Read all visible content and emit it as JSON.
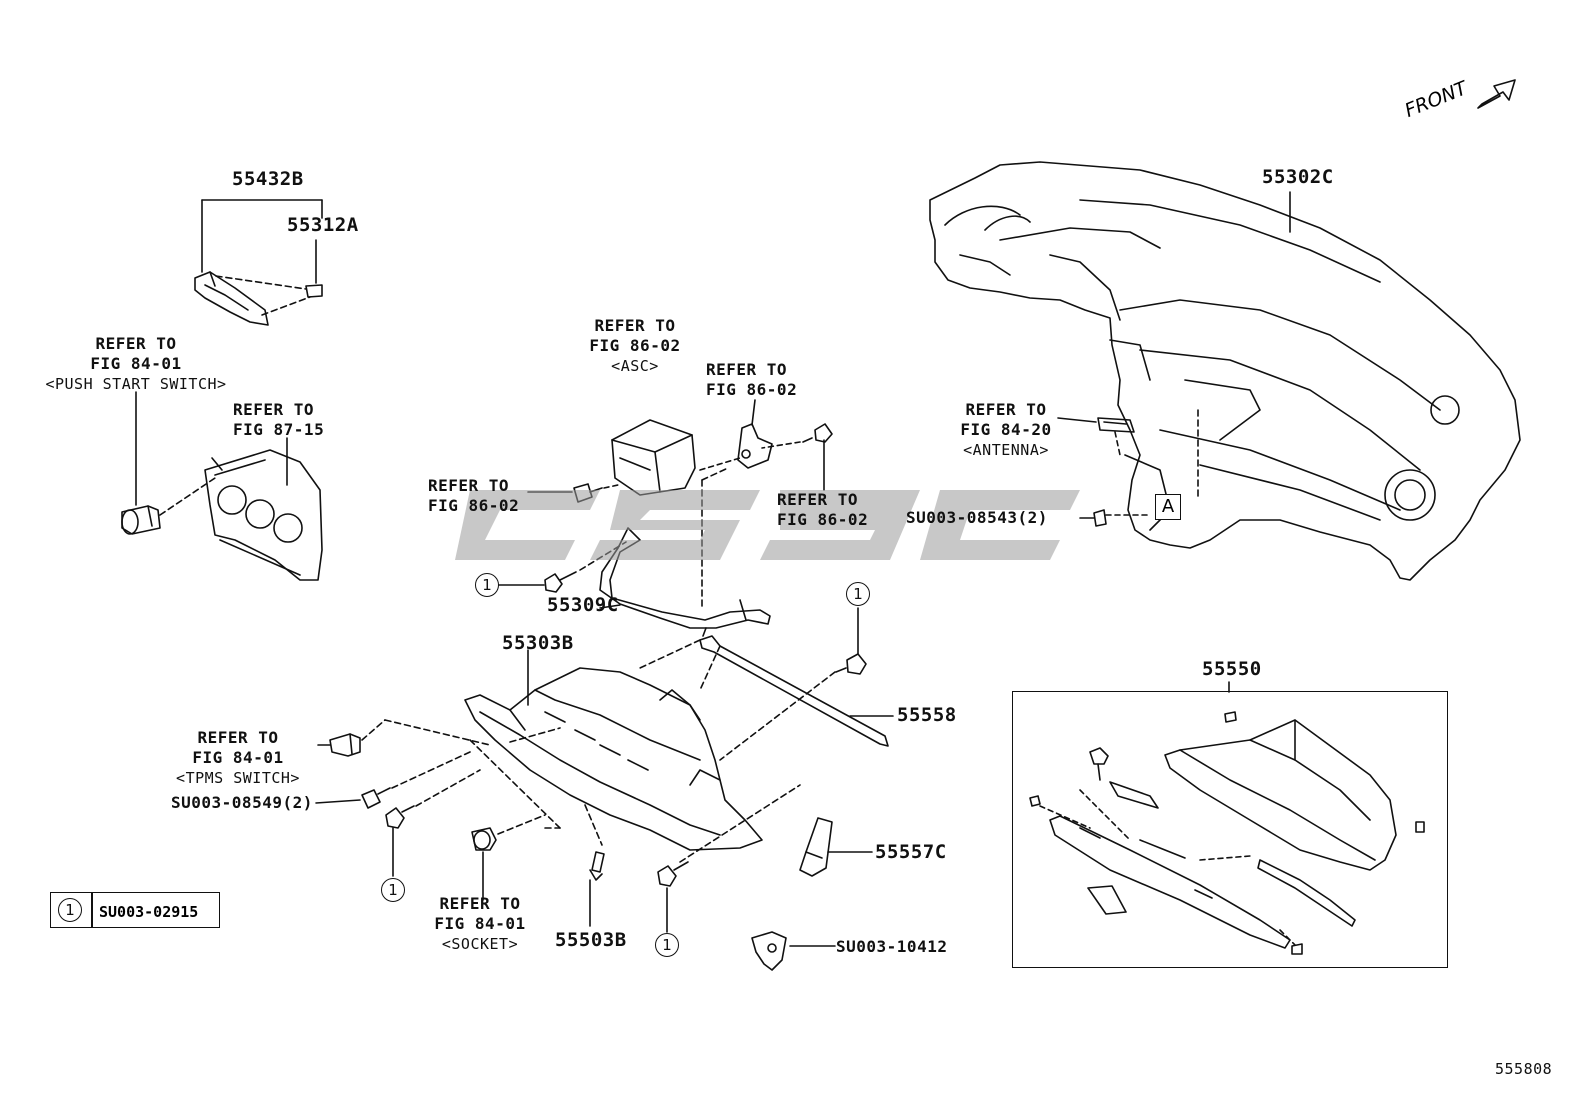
{
  "front_label": "FRONT",
  "parts": {
    "p55432B": "55432B",
    "p55312A": "55312A",
    "p55302C": "55302C",
    "p55309C": "55309C",
    "p55303B": "55303B",
    "p55558": "55558",
    "p55557C": "55557C",
    "p55503B": "55503B",
    "p55550": "55550",
    "su_08543": "SU003-08543(2)",
    "su_08549": "SU003-08549(2)",
    "su_10412": "SU003-10412"
  },
  "refs": {
    "push_start": {
      "l1": "REFER TO",
      "l2": "FIG 84-01",
      "l3": "<PUSH START SWITCH>"
    },
    "fig_87_15": {
      "l1": "REFER TO",
      "l2": "FIG 87-15"
    },
    "asc": {
      "l1": "REFER TO",
      "l2": "FIG 86-02",
      "l3": "<ASC>"
    },
    "fig_86_02_a": {
      "l1": "REFER TO",
      "l2": "FIG 86-02"
    },
    "fig_86_02_b": {
      "l1": "REFER TO",
      "l2": "FIG 86-02"
    },
    "fig_86_02_c": {
      "l1": "REFER TO",
      "l2": "FIG 86-02"
    },
    "antenna": {
      "l1": "REFER TO",
      "l2": "FIG 84-20",
      "l3": "<ANTENNA>"
    },
    "tpms": {
      "l1": "REFER TO",
      "l2": "FIG 84-01",
      "l3": "<TPMS SWITCH>"
    },
    "socket": {
      "l1": "REFER TO",
      "l2": "FIG 84-01",
      "l3": "<SOCKET>"
    }
  },
  "callout_symbol": "1",
  "box_a": "A",
  "legend": {
    "symbol": "1",
    "text": "SU003-02915"
  },
  "figure_number": "555808",
  "watermark": "CSGC"
}
